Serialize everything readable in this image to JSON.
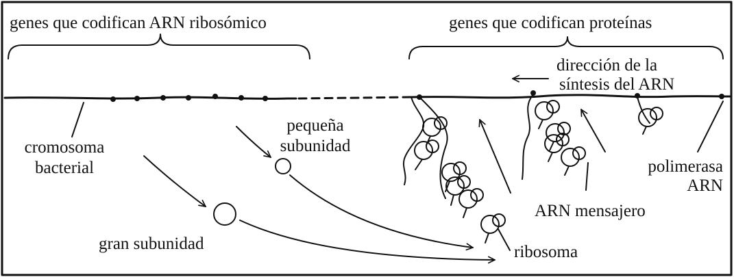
{
  "labels": {
    "rrna_genes": "genes que codifican ARN ribosómico",
    "protein_genes": "genes que codifican proteínas",
    "rna_synthesis_line1": "dirección de la",
    "rna_synthesis_line2": "síntesis del ARN",
    "chromosome_line1": "cromosoma",
    "chromosome_line2": "bacterial",
    "small_subunit_line1": "pequeña",
    "small_subunit_line2": "subunidad",
    "large_subunit": "gran subunidad",
    "polymerase_line1": "polimerasa",
    "polymerase_line2": "ARN",
    "mrna": "ARN mensajero",
    "ribosome": "ribosoma"
  },
  "colors": {
    "ink": "#111111",
    "background": "#ffffff"
  }
}
